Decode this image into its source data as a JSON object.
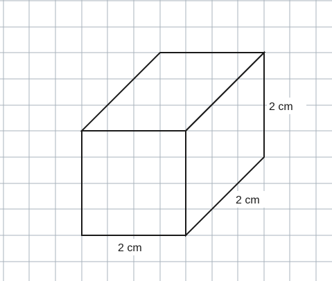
{
  "colors": {
    "grid_line": "#a9b3bc",
    "edge": "#1a1a1a",
    "label_text": "#1a1a1a",
    "background": "#ffffff"
  },
  "labels": {
    "height": "2 cm",
    "depth": "2 cm",
    "width": "2 cm"
  }
}
